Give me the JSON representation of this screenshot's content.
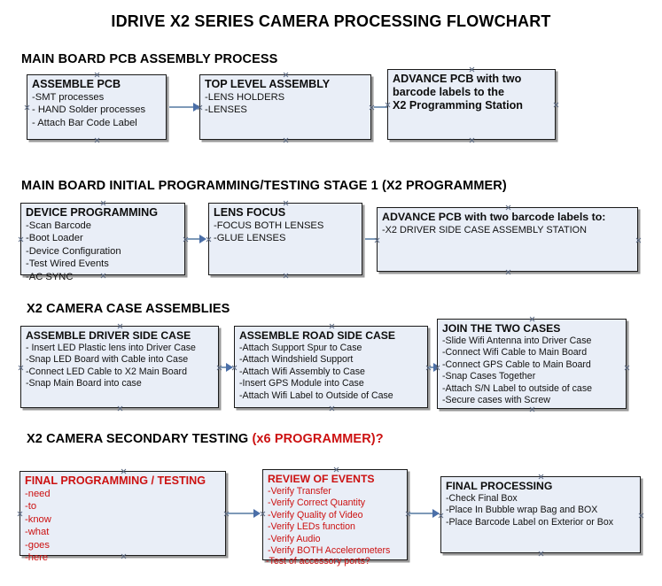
{
  "document": {
    "title": "IDRIVE X2  SERIES CAMERA PROCESSING FLOWCHART"
  },
  "sections": [
    {
      "id": "main-board-pcb-assembly",
      "title": "MAIN BOARD PCB ASSEMBLY PROCESS",
      "title_accent": "",
      "nodes": [
        {
          "id": "assemble-pcb",
          "title": "ASSEMBLE PCB",
          "lines": [
            "-SMT processes",
            "- HAND Solder processes",
            "- Attach Bar Code Label"
          ],
          "color": "black"
        },
        {
          "id": "top-level-assembly",
          "title": "TOP LEVEL ASSEMBLY",
          "lines": [
            "-LENS HOLDERS",
            "-LENSES"
          ],
          "color": "black"
        },
        {
          "id": "advance-pcb-to-programming-station",
          "title": "ADVANCE PCB with two",
          "lines": [
            "barcode labels to the",
            " X2 Programming Station"
          ],
          "color": "black"
        }
      ]
    },
    {
      "id": "main-board-initial-programming",
      "title": "MAIN BOARD INITIAL PROGRAMMING/TESTING STAGE 1 (X2 PROGRAMMER)",
      "title_accent": "",
      "nodes": [
        {
          "id": "device-programming",
          "title": "DEVICE PROGRAMMING",
          "lines": [
            "-Scan Barcode",
            "-Boot Loader",
            "-Device Configuration",
            "-Test Wired Events",
            "-AC SYNC"
          ],
          "color": "black"
        },
        {
          "id": "lens-focus",
          "title": "LENS FOCUS",
          "lines": [
            "-FOCUS BOTH LENSES",
            "-GLUE LENSES"
          ],
          "color": "black"
        },
        {
          "id": "advance-pcb-to-driver-side-case",
          "title": "ADVANCE PCB with two barcode labels to:",
          "lines": [
            "-X2 DRIVER  SIDE  CASE  ASSEMBLY STATION"
          ],
          "color": "black"
        }
      ]
    },
    {
      "id": "x2-camera-case-assemblies",
      "title": "X2 CAMERA CASE ASSEMBLIES",
      "title_accent": "",
      "nodes": [
        {
          "id": "assemble-driver-side-case",
          "title": "ASSEMBLE DRIVER SIDE CASE",
          "lines": [
            "- Insert LED Plastic lens into Driver Case",
            "-Snap LED Board with Cable into Case",
            "-Connect LED Cable to X2 Main Board",
            "-Snap Main Board into case"
          ],
          "color": "black"
        },
        {
          "id": "assemble-road-side-case",
          "title": "ASSEMBLE ROAD SIDE CASE",
          "lines": [
            "-Attach Support Spur to Case",
            "-Attach Windshield Support",
            "-Attach Wifi Assembly to Case",
            "-Insert GPS Module into Case",
            "-Attach Wifi Label to Outside of Case"
          ],
          "color": "black"
        },
        {
          "id": "join-the-two-cases",
          "title": "JOIN THE TWO CASES",
          "lines": [
            "-Slide Wifi Antenna into Driver Case",
            "-Connect Wifi Cable to Main Board",
            "-Connect GPS Cable to Main Board",
            "-Snap Cases Together",
            "-Attach S/N Label to outside of case",
            "-Secure cases with Screw"
          ],
          "color": "black"
        }
      ]
    },
    {
      "id": "x2-camera-secondary-testing",
      "title": "X2 CAMERA SECONDARY TESTING ",
      "title_accent": "(x6 PROGRAMMER)?",
      "nodes": [
        {
          "id": "final-programming-testing",
          "title": "FINAL PROGRAMMING / TESTING",
          "lines": [
            "-need",
            "-to",
            "-know",
            "-what",
            "-goes",
            "-here"
          ],
          "color": "red"
        },
        {
          "id": "review-of-events",
          "title": "REVIEW OF EVENTS",
          "lines": [
            "-Verify Transfer",
            "-Verify Correct Quantity",
            "-Verify Quality of Video",
            "-Verify LEDs function",
            "-Verify Audio",
            "-Verify BOTH Accelerometers"
          ],
          "overflow_line": "-Test of accessory ports?",
          "color": "red"
        },
        {
          "id": "final-processing",
          "title": "FINAL PROCESSING",
          "lines": [
            " -Check Final Box",
            "-Place In Bubble wrap Bag and BOX",
            "-Place Barcode Label on Exterior or Box"
          ],
          "color": "black"
        }
      ]
    }
  ],
  "colors": {
    "box_fill": "#e9eef7",
    "box_border": "#1a1a1a",
    "box_shadow": "#9a9a9a",
    "connector": "#7e9ab8",
    "arrowhead": "#4b6fa8",
    "accent_red": "#cc1111",
    "text": "#111111"
  }
}
